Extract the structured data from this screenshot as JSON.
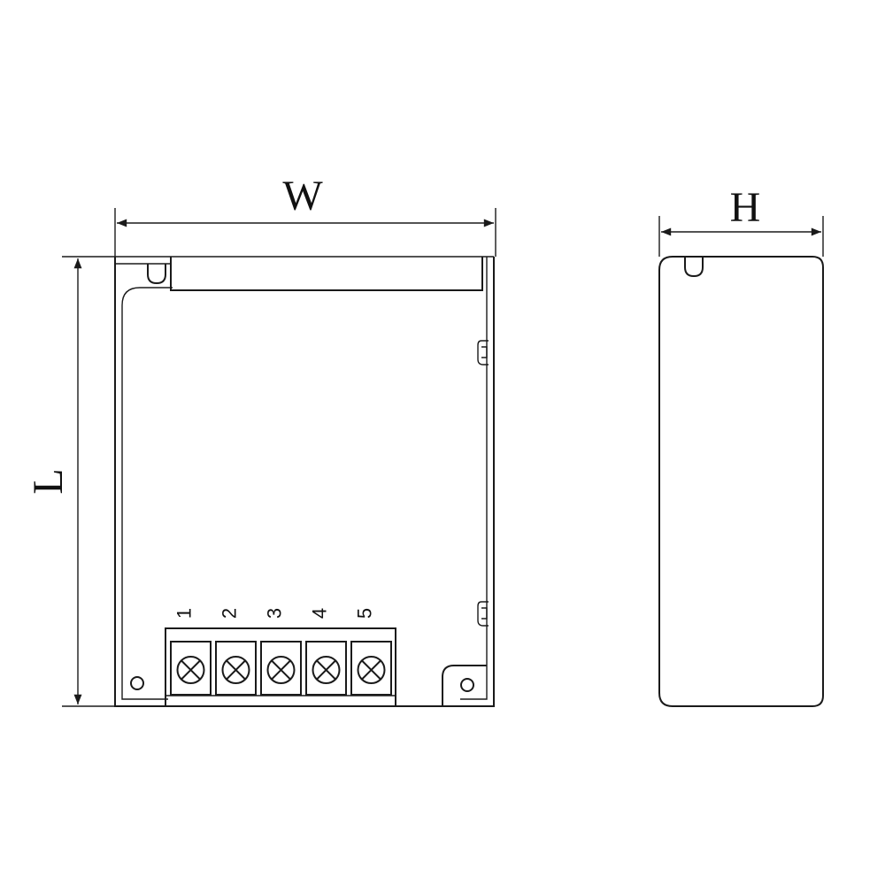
{
  "dimensions": {
    "width_label": "W",
    "height_label": "H",
    "length_label": "L"
  },
  "terminal_block": {
    "terminals": [
      "1",
      "2",
      "3",
      "4",
      "5"
    ]
  },
  "colors": {
    "line": "#1a1a1a",
    "background": "#ffffff"
  }
}
